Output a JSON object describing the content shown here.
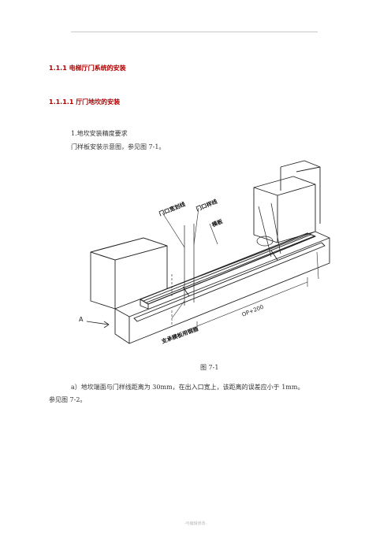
{
  "header": {
    "rule": true
  },
  "section": {
    "h1_number": "1.1.1",
    "h1_title": "电梯厅门系统的安装",
    "h2_number": "1.1.1.1",
    "h2_title": "厅门地坎的安装"
  },
  "body": {
    "line1": "1.地坎安装精度要求",
    "line2": "门样板安装示意图，参见图 7-1。",
    "para_a": "a）地坎端面与门样线距离为 30mm，在出入口宽上，该距离的误差应小于 1mm。",
    "para_a_cont": "参见图 7-2。"
  },
  "figure": {
    "caption": "图 7-1",
    "labels": {
      "door_width_line": "门口宽划线",
      "door_plumb_line": "门口样线",
      "template": "模板",
      "support_rebar": "支承模板用钢筋",
      "dimension": "OP+200",
      "view_arrow": "A"
    }
  },
  "footer": {
    "text": "-可编辑修改-"
  }
}
